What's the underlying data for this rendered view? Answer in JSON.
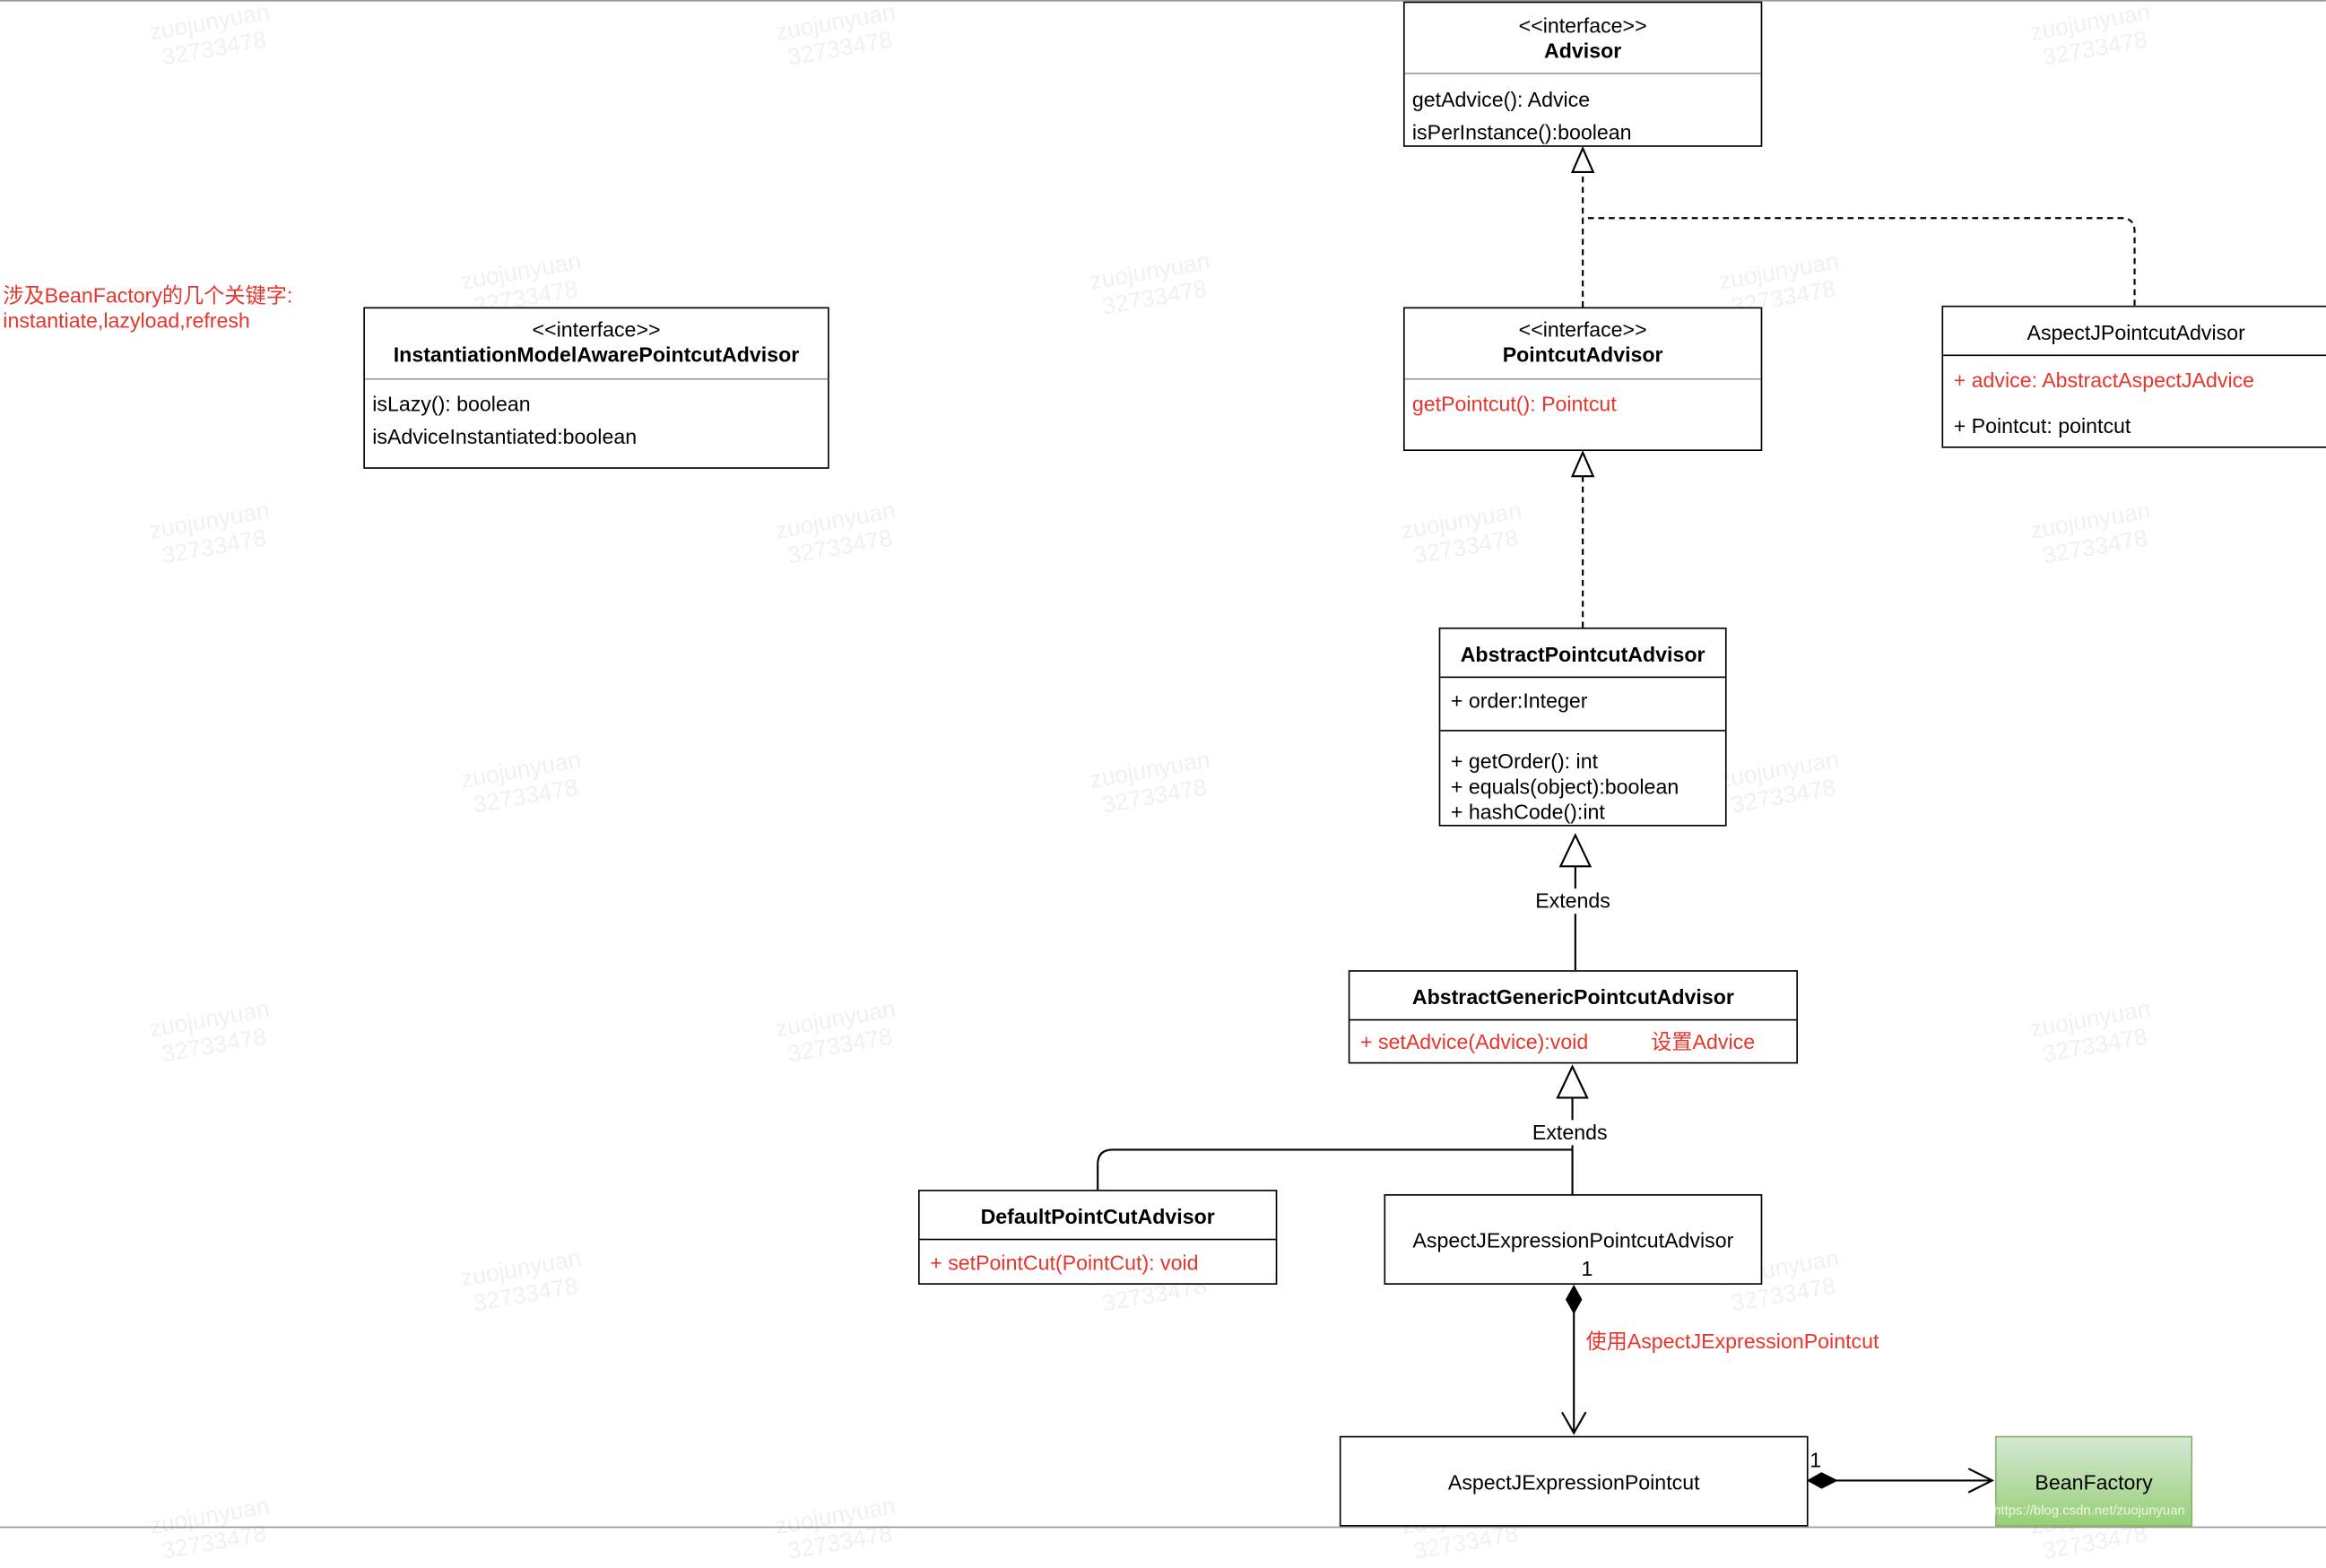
{
  "note": {
    "line1": "涉及BeanFactory的几个关键字:",
    "line2": "instantiate,lazyload,refresh"
  },
  "boxes": {
    "advisor": {
      "stereotype": "<<interface>>",
      "name": "Advisor",
      "methods": [
        "getAdvice(): Advice",
        "isPerInstance():boolean"
      ]
    },
    "imapa": {
      "stereotype": "<<interface>>",
      "name": "InstantiationModelAwarePointcutAdvisor",
      "methods": [
        "isLazy(): boolean",
        "isAdviceInstantiated:boolean"
      ]
    },
    "pointcutAdvisor": {
      "stereotype": "<<interface>>",
      "name": "PointcutAdvisor",
      "methods": [
        "getPointcut(): Pointcut"
      ]
    },
    "aspectJPointcutAdvisor": {
      "name": "AspectJPointcutAdvisor",
      "attributes": [
        "+ advice: AbstractAspectJAdvice",
        "+ Pointcut: pointcut"
      ]
    },
    "abstractPointcutAdvisor": {
      "name": "AbstractPointcutAdvisor",
      "attributes": [
        "+ order:Integer"
      ],
      "methods": [
        "+ getOrder(): int",
        "+ equals(object):boolean",
        "+ hashCode():int"
      ]
    },
    "abstractGenericPointcutAdvisor": {
      "name": "AbstractGenericPointcutAdvisor",
      "method": "+ setAdvice(Advice):void",
      "comment": "设置Advice"
    },
    "defaultPointCutAdvisor": {
      "name": "DefaultPointCutAdvisor",
      "method": "+ setPointCut(PointCut): void"
    },
    "aspectJExpressionPointcutAdvisor": {
      "name": "AspectJExpressionPointcutAdvisor"
    },
    "aspectJExpressionPointcut": {
      "name": "AspectJExpressionPointcut"
    },
    "beanFactory": {
      "name": "BeanFactory"
    }
  },
  "edges": {
    "extends1": "Extends",
    "extends2": "Extends",
    "compositionLabel": "使用AspectJExpressionPointcut",
    "multiplicity1": "1",
    "multiplicity2": "1"
  },
  "watermark": {
    "line1": "zuojunyuan",
    "line2": "32733478"
  },
  "credit": "https://blog.csdn.net/zuojunyuan",
  "colors": {
    "accent": "#e5352c",
    "line": "#000000",
    "greenFill": "#97d077",
    "greenStroke": "#82b366"
  }
}
